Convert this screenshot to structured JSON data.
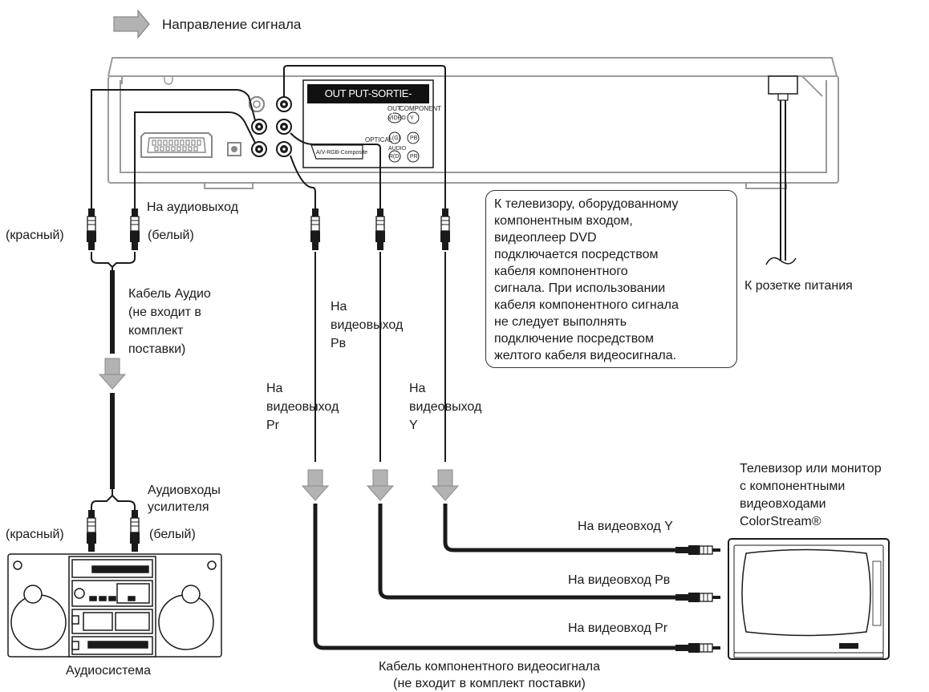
{
  "legend": {
    "label": "Направление сигнала"
  },
  "panel": {
    "title": "OUT PUT-SORTIE-AUSGANG",
    "out_label": "OUT",
    "component_label": "COMPONENT",
    "video_label": "VIDEO",
    "audio_label": "AUDIO",
    "optical_label": "OPTICAL",
    "scart_label": "A/V-RGB-Composite",
    "jack_y": "Y",
    "jack_pb": "PB",
    "jack_pr": "PR",
    "jack_l": "L(G)",
    "jack_r": "R(D)"
  },
  "labels": {
    "audio_out": "На аудиовыход",
    "red_top": "(красный)",
    "white_top": "(белый)",
    "audio_cable": "Кабель Аудио\n(не входит в\nкомплект\nпоставки)",
    "video_out_pb": "На\nвидеовыход\nPв",
    "video_out_pr": "На\nвидеовыход\nPr",
    "video_out_y": "На\nвидеовыход\nY",
    "amp_inputs": "Аудиовходы\nусилителя",
    "red_bottom": "(красный)",
    "white_bottom": "(белый)",
    "audio_system": "Аудиосистема",
    "tv_title": "Телевизор или монитор\nс компонентными\nвидеовходами\nColorStream®",
    "video_in_y": "На видеовход Y",
    "video_in_pb": "На видеовход Pв",
    "video_in_pr": "На видеовход Pr",
    "component_cable": "Кабель компонентного видеосигнала\n(не входит в комплект поставки)",
    "power": "К розетке питания",
    "note": "К телевизору, оборудованному\nкомпонентным входом,\nвидеоплеер DVD\nподключается посредством\nкабеля компонентного\nсигнала. При использовании\nкабеля компонентного сигнала\nне следует выполнять\nподключение посредством\nжелтого кабеля видеосигнала."
  }
}
